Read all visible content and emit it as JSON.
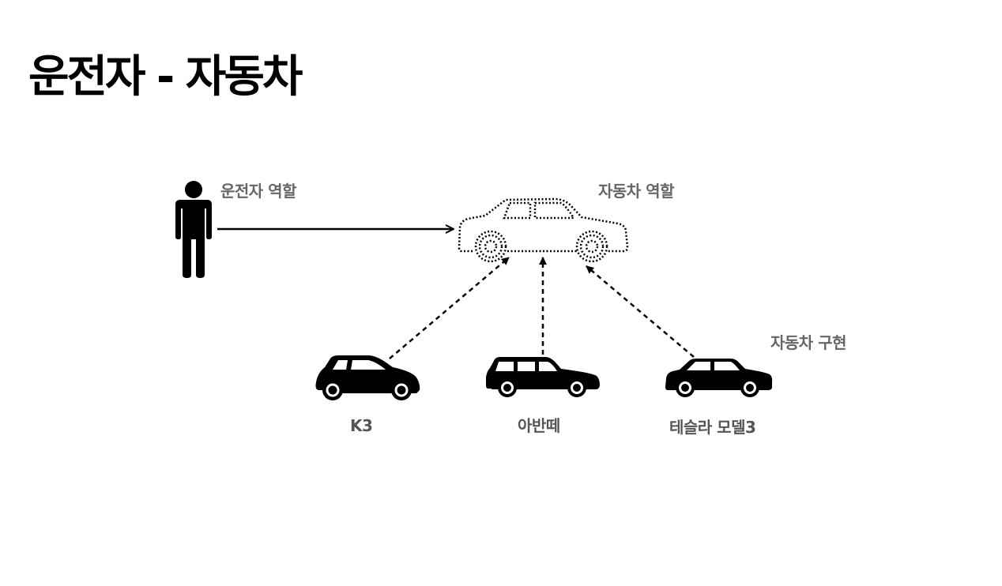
{
  "title": "운전자 - 자동차",
  "labels": {
    "driver_role": "운전자 역할",
    "car_role": "자동차 역할",
    "car_impl": "자동차 구현",
    "k3": "K3",
    "avante": "아반떼",
    "tesla": "테슬라 모델3"
  },
  "colors": {
    "ink": "#000000",
    "label_gray": "#666666"
  },
  "icons": [
    "person-icon",
    "car-outline-dotted-icon",
    "hatchback-icon",
    "wagon-icon",
    "sedan-icon"
  ]
}
